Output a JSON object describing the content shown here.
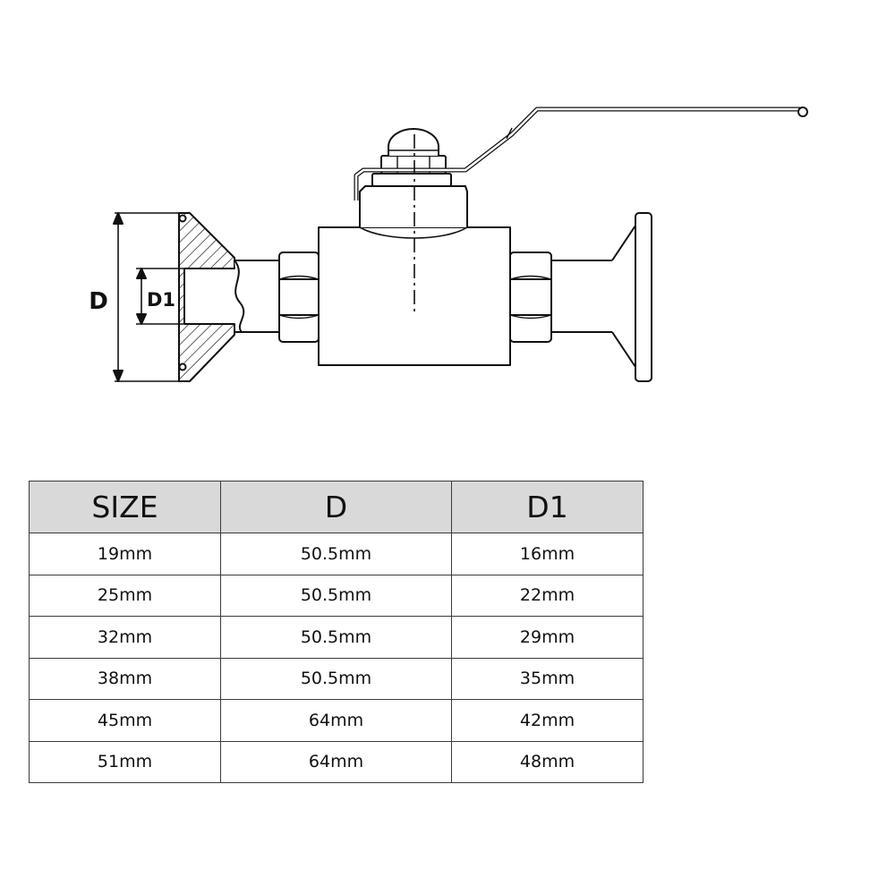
{
  "diagram": {
    "label_outer_diameter": "D",
    "label_inner_diameter": "D1"
  },
  "table": {
    "headers": [
      "SIZE",
      "D",
      "D1"
    ],
    "rows": [
      [
        "19mm",
        "50.5mm",
        "16mm"
      ],
      [
        "25mm",
        "50.5mm",
        "22mm"
      ],
      [
        "32mm",
        "50.5mm",
        "29mm"
      ],
      [
        "38mm",
        "50.5mm",
        "35mm"
      ],
      [
        "45mm",
        "64mm",
        "42mm"
      ],
      [
        "51mm",
        "64mm",
        "48mm"
      ]
    ]
  }
}
